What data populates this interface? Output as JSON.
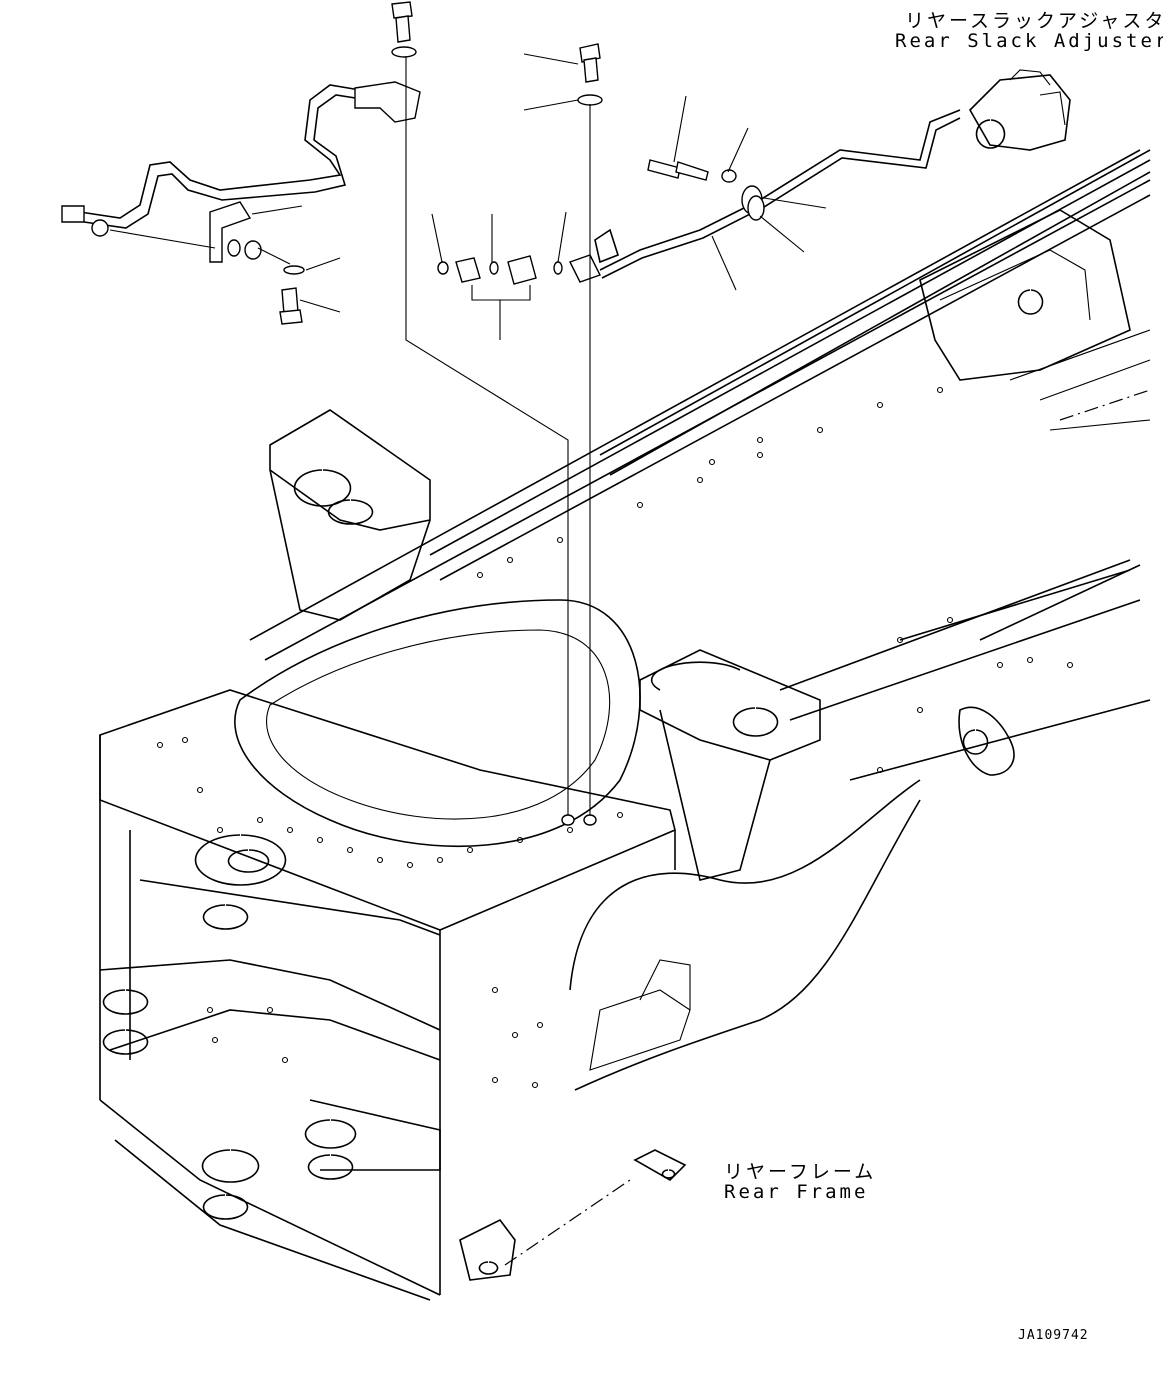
{
  "labels": {
    "slack_adjuster_jp": "リヤースラックアジャスタ",
    "slack_adjuster_en": "Rear Slack Adjuster",
    "rear_frame_jp": "リヤーフレーム",
    "rear_frame_en": "Rear Frame",
    "drawing_number": "JA109742"
  }
}
